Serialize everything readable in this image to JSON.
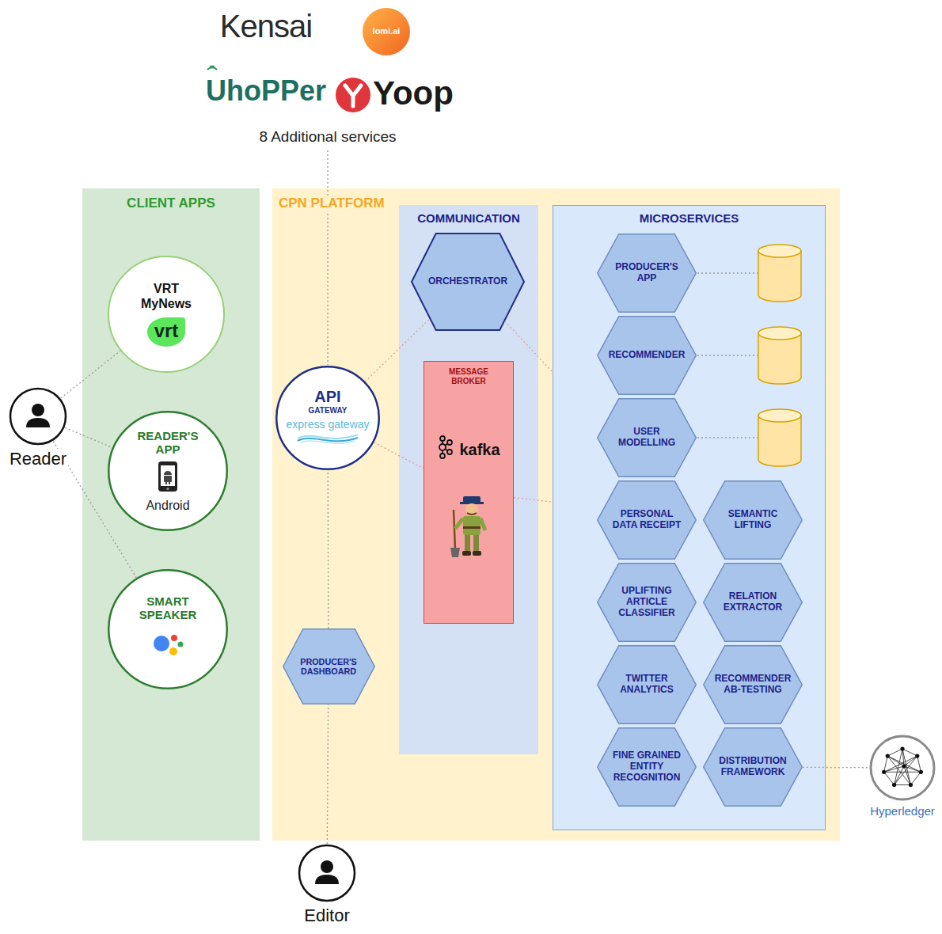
{
  "diagram": {
    "nodes": [
      {
        "text": [
          "Reader"
        ]
      },
      {
        "text": [
          "CLIENT APPS"
        ]
      },
      {
        "text": [
          "VRT MyNews",
          "vrt"
        ],
        "in": 1
      },
      {
        "text": [
          "READER'S APP",
          "Android"
        ],
        "in": 1
      },
      {
        "text": [
          "SMART SPEAKER"
        ],
        "in": 1
      },
      {
        "text": [
          "CPN PLATFORM"
        ]
      },
      {
        "text": [
          "API",
          "GATEWAY",
          "express gateway"
        ],
        "in": 5
      },
      {
        "text": [
          "PRODUCER'S DASHBOARD"
        ],
        "in": 5
      },
      {
        "text": [
          "COMMUNICATION"
        ],
        "in": 5
      },
      {
        "text": [
          "ORCHESTRATOR"
        ],
        "in": 8
      },
      {
        "text": [
          "MESSAGE BROKER",
          "kafka"
        ],
        "in": 8
      },
      {
        "text": [
          "MICROSERVICES"
        ],
        "in": 5
      },
      {
        "text": [
          "PRODUCER'S APP"
        ],
        "in": 11
      },
      {
        "text": [
          "RECOMMENDER"
        ],
        "in": 11
      },
      {
        "text": [
          "USER MODELLING"
        ],
        "in": 11
      },
      {
        "text": [
          "PERSONAL DATA RECEIPT"
        ],
        "in": 11
      },
      {
        "text": [
          "SEMANTIC LIFTING"
        ],
        "in": 11
      },
      {
        "text": [
          "UPLIFTING ARTICLE CLASSIFIER"
        ],
        "in": 11
      },
      {
        "text": [
          "RELATION EXTRACTOR"
        ],
        "in": 11
      },
      {
        "text": [
          "TWITTER ANALYTICS"
        ],
        "in": 11
      },
      {
        "text": [
          "RECOMMENDER AB-TESTING"
        ],
        "in": 11
      },
      {
        "text": [
          "FINE GRAINED ENTITY RECOGNITION"
        ],
        "in": 11
      },
      {
        "text": [
          "DISTRIBUTION FRAMEWORK"
        ],
        "in": 11
      },
      {
        "text": [
          "Hyperledger"
        ]
      },
      {
        "text": [
          "Editor"
        ]
      }
    ],
    "edges": [
      {
        "from": 0,
        "to": 2,
        "arrow": "none"
      },
      {
        "from": 0,
        "to": 3,
        "arrow": "none"
      },
      {
        "from": 0,
        "to": 4,
        "arrow": "none"
      },
      {
        "from": 6,
        "to": 9,
        "arrow": "none"
      },
      {
        "from": 6,
        "to": 10,
        "arrow": "none"
      },
      {
        "from": 9,
        "to": 11,
        "arrow": "none"
      },
      {
        "from": 10,
        "to": 11,
        "arrow": "none"
      },
      {
        "from": 7,
        "to": 6,
        "arrow": "none"
      },
      {
        "from": 24,
        "to": 7,
        "arrow": "none"
      },
      {
        "from": 22,
        "to": 23,
        "arrow": "none"
      }
    ],
    "labels": [
      "Kensai",
      "lomi.ai",
      "UhoPPer",
      "Yoop",
      "8 Additional services"
    ]
  }
}
